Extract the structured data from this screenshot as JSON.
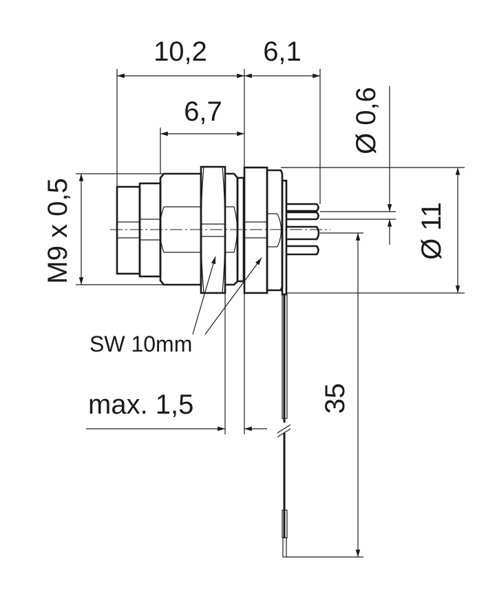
{
  "drawing": {
    "dimensions": {
      "overall_length": "10,2",
      "pin_length": "6,1",
      "thread_length": "6,7",
      "pin_diameter": "Ø 0,6",
      "flange_diameter": "Ø 11",
      "thread": "M9 x 0,5",
      "wrench_size": "SW 10mm",
      "panel_thickness": "max. 1,5",
      "wire_length": "35"
    },
    "color": "#1a1a1a"
  }
}
